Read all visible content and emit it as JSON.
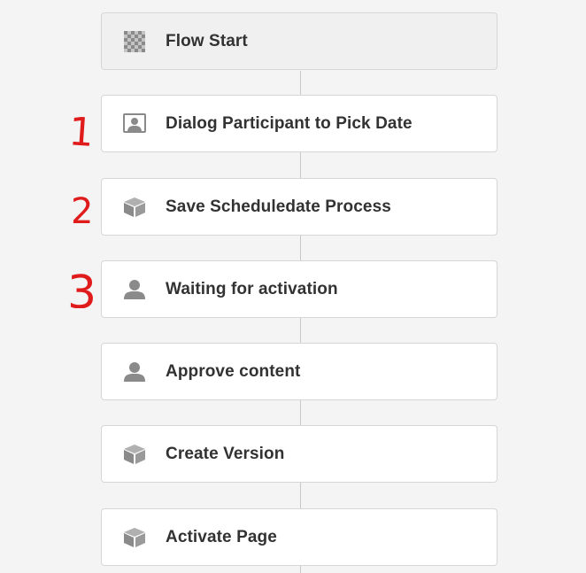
{
  "workflow": {
    "steps": [
      {
        "label": "Flow Start",
        "icon": "checker-icon"
      },
      {
        "label": "Dialog Participant to Pick Date",
        "icon": "dialog-participant-icon"
      },
      {
        "label": "Save Scheduledate Process",
        "icon": "process-cube-icon"
      },
      {
        "label": "Waiting for activation",
        "icon": "participant-user-icon"
      },
      {
        "label": "Approve content",
        "icon": "participant-user-icon"
      },
      {
        "label": "Create Version",
        "icon": "process-cube-icon"
      },
      {
        "label": "Activate Page",
        "icon": "process-cube-icon"
      }
    ]
  },
  "annotations": [
    "1",
    "2",
    "3"
  ],
  "colors": {
    "background": "#f4f4f4",
    "card": "#ffffff",
    "start_card": "#f0f0f0",
    "icon": "#8a8a8a",
    "text": "#323232",
    "annotation": "#e01b1b",
    "connector": "#c8c8c8"
  }
}
